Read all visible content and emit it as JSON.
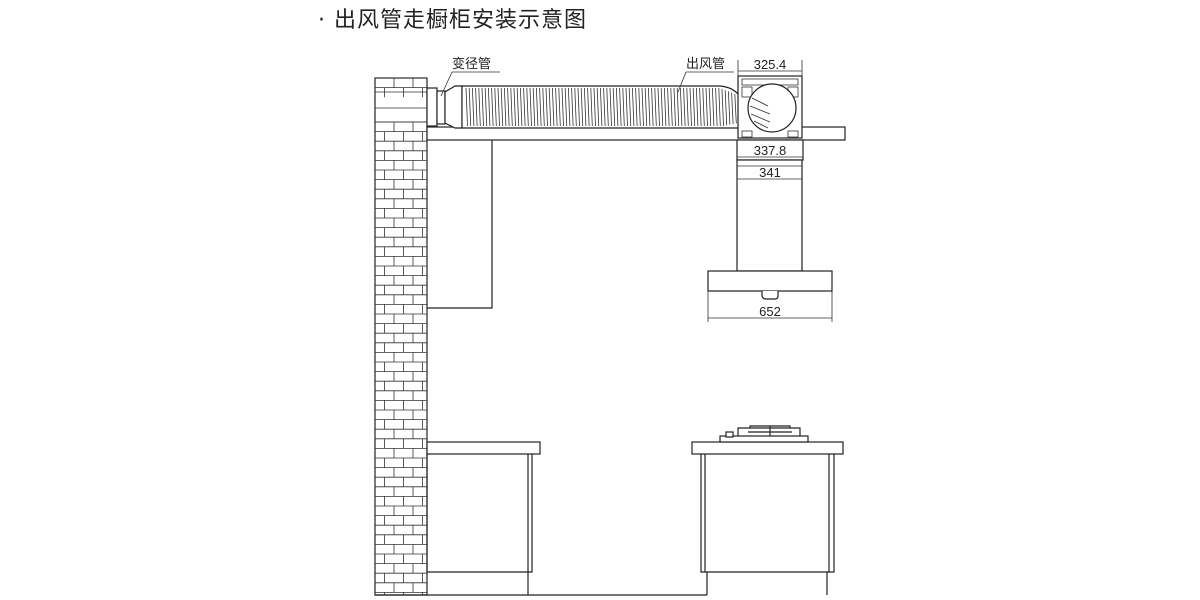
{
  "title": "· 出风管走橱柜安装示意图",
  "labels": {
    "reducer": "变径管",
    "outlet_duct": "出风管"
  },
  "dimensions": {
    "fan_top_width": "325.4",
    "fan_bottom_width": "337.8",
    "chimney_width": "341",
    "hood_width": "652"
  },
  "colors": {
    "line": "#222222",
    "background": "#ffffff"
  }
}
